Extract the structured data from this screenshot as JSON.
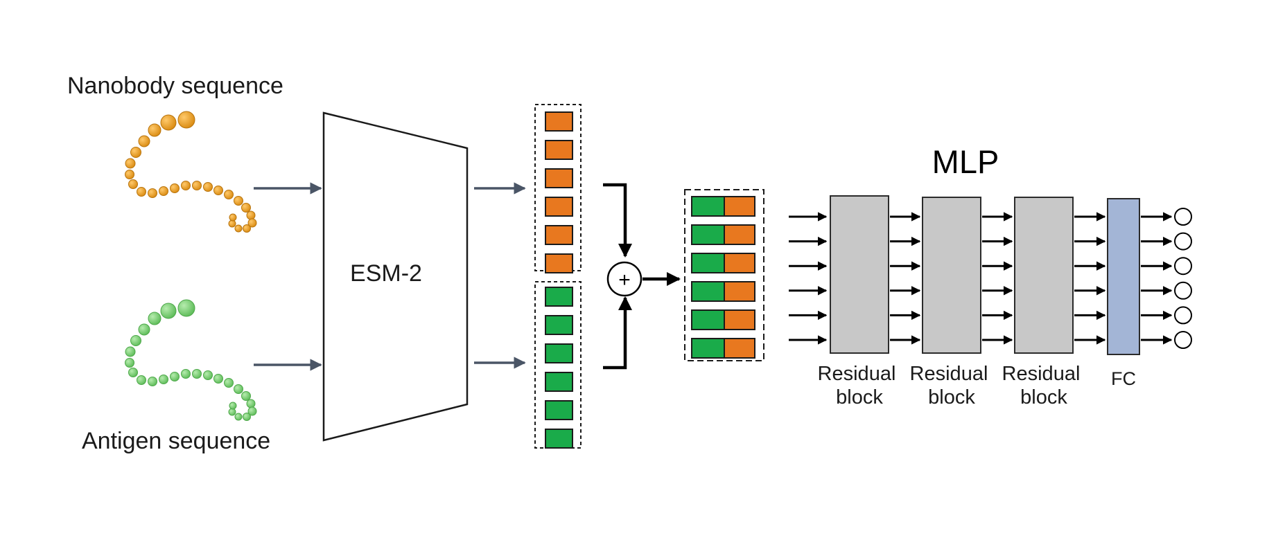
{
  "labels": {
    "nanobody": "Nanobody sequence",
    "antigen": "Antigen sequence",
    "encoder": "ESM-2",
    "mlp": "MLP",
    "plus": "+",
    "blocks": [
      {
        "line1": "Residual",
        "line2": "block"
      },
      {
        "line1": "Residual",
        "line2": "block"
      },
      {
        "line1": "Residual",
        "line2": "block"
      }
    ],
    "fc": "FC"
  },
  "colors": {
    "nanobody": "#e8781f",
    "antigen": "#1aab4a",
    "nanobody_bead": "#e8941a",
    "antigen_bead": "#6ec869",
    "arrow_gray": "#4a5566",
    "residual_block": "#c8c8c8",
    "fc_block": "#a3b5d6"
  },
  "embedding_cells_per_sequence": 6,
  "mlp_io_lanes": 6
}
